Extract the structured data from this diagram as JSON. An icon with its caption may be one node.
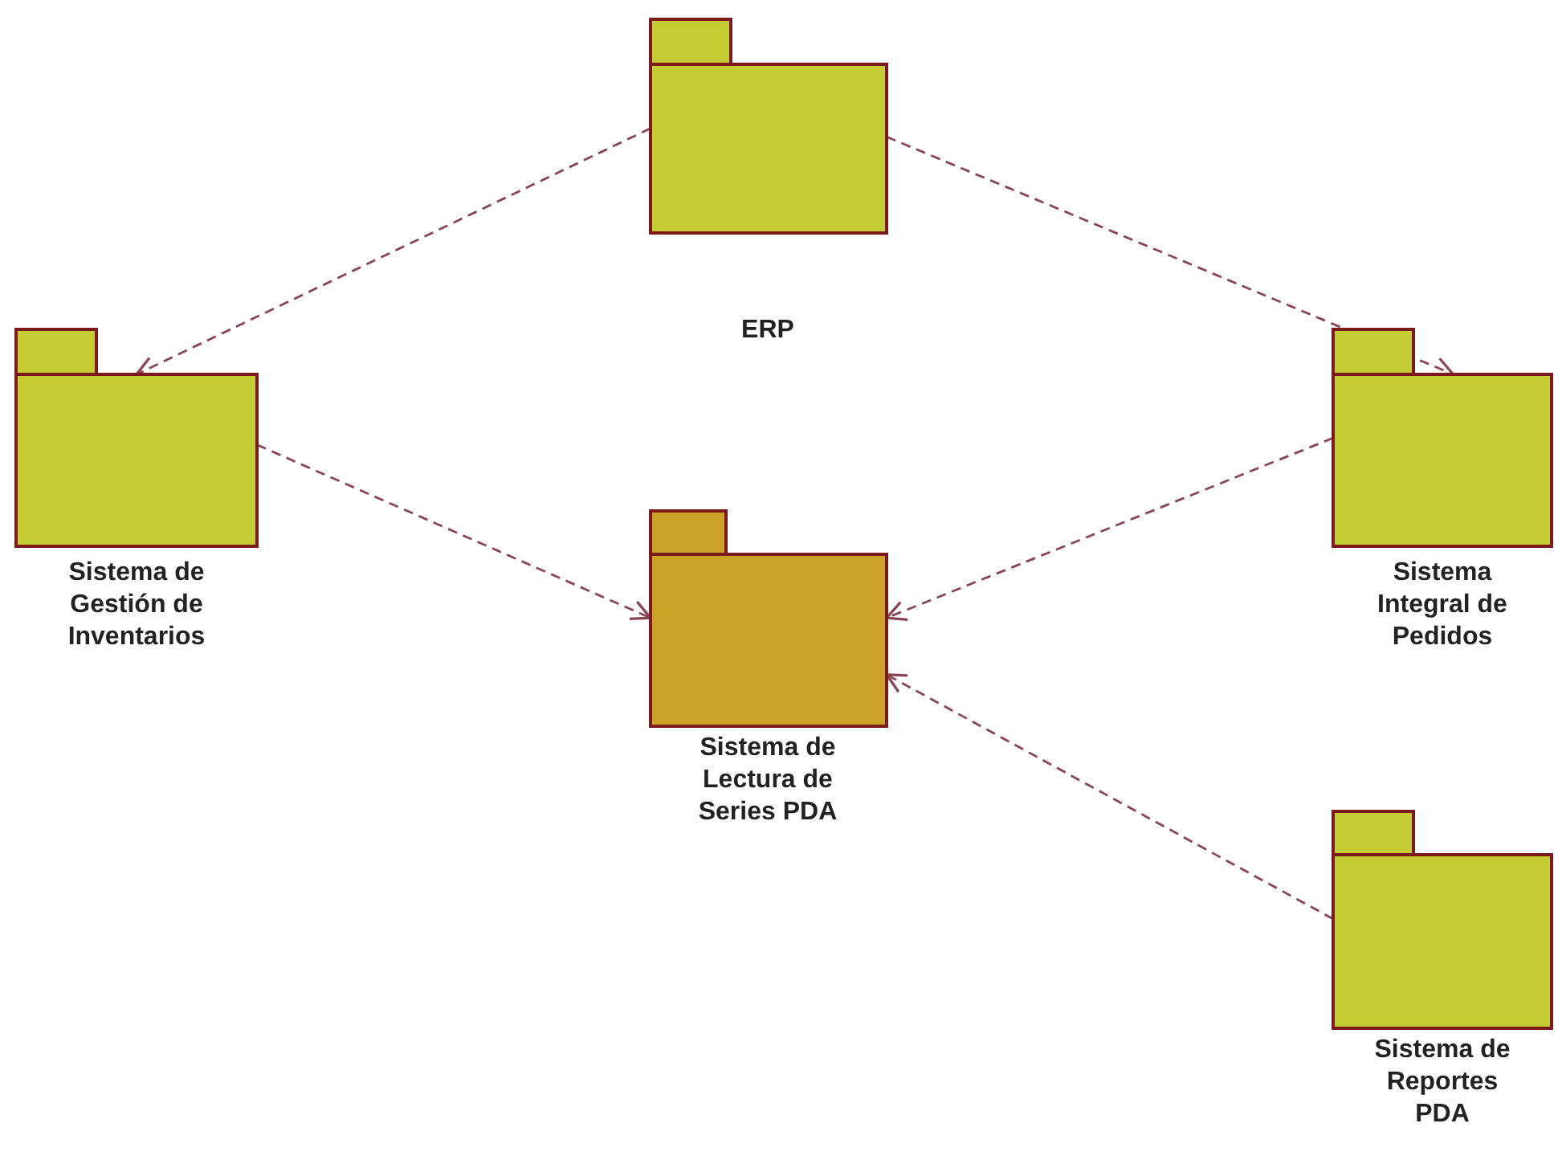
{
  "diagram": {
    "nodes": [
      {
        "text": [
          "ERP"
        ]
      },
      {
        "text": [
          "Sistema de Gestión de Inventarios"
        ]
      },
      {
        "text": [
          "Sistema Integral de Pedidos"
        ]
      },
      {
        "text": [
          "Sistema de Lectura de Series PDA"
        ]
      },
      {
        "text": [
          "Sistema de Reportes PDA"
        ]
      }
    ],
    "edges": [
      {
        "from": 0,
        "to": 1,
        "arrow": "to",
        "style": "dashed"
      },
      {
        "from": 0,
        "to": 2,
        "arrow": "to",
        "style": "dashed"
      },
      {
        "from": 1,
        "to": 3,
        "arrow": "to",
        "style": "dashed"
      },
      {
        "from": 2,
        "to": 3,
        "arrow": "to",
        "style": "dashed"
      },
      {
        "from": 4,
        "to": 3,
        "arrow": "to",
        "style": "dashed"
      }
    ]
  }
}
